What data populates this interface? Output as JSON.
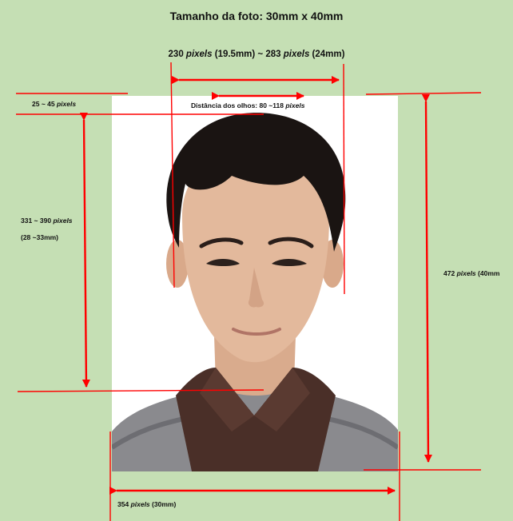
{
  "title": "Tamanho da foto: 30mm x 40mm",
  "labels": {
    "head_width": {
      "v1": "230",
      "u1": "pixels",
      "m1": "(19.5mm) ~ 283",
      "u2": "pixels",
      "m2": "(24mm)"
    },
    "eye_distance": {
      "prefix": "Distância dos olhos: 80 ~118",
      "unit": "pixels"
    },
    "top_margin": {
      "range": "25 ~ 45",
      "unit": "pixels"
    },
    "face_height": {
      "range": "331 ~ 390",
      "unit": "pixels",
      "mm": "(28 ~33mm)"
    },
    "photo_height": {
      "value": "472",
      "unit": "pixels",
      "mm": "(40mm"
    },
    "photo_width": {
      "value": "354",
      "unit": "pixels",
      "mm": "(30mm)"
    }
  },
  "colors": {
    "background": "#c5dfb4",
    "measure_lines": "#ff0000",
    "shirt": "#8a8a8e",
    "collar": "#4a2f28",
    "hair": "#1a1412",
    "skin": "#e3b99c"
  }
}
